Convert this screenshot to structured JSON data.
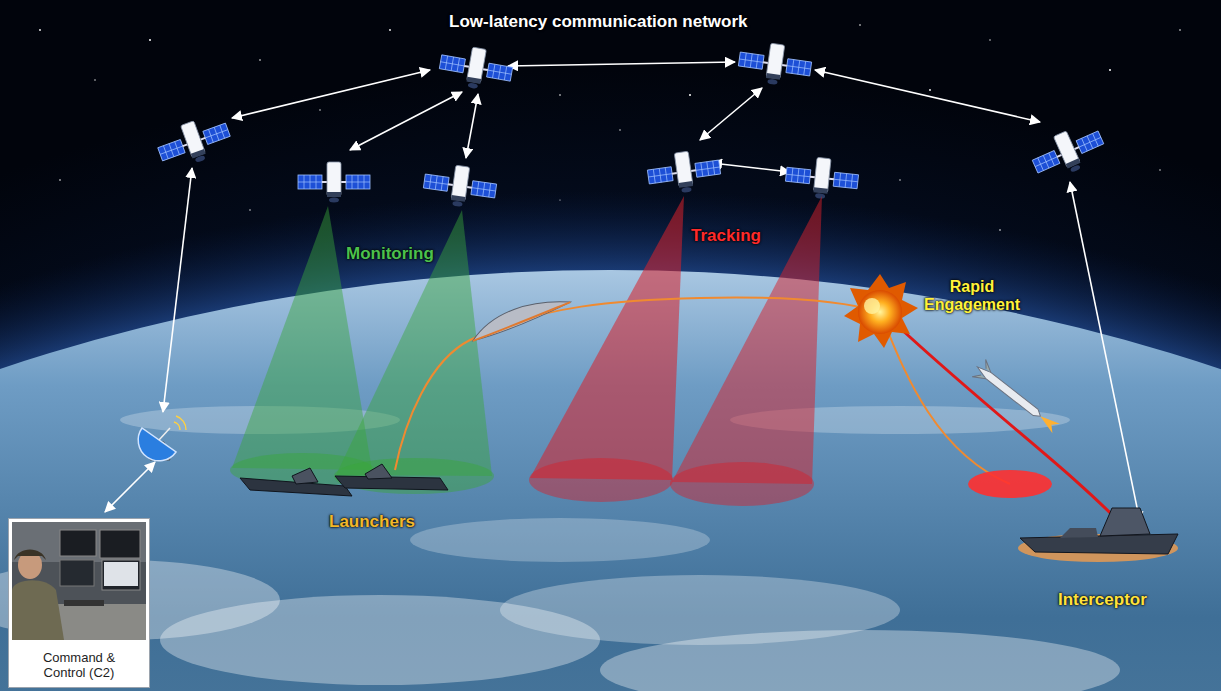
{
  "diagram": {
    "nodes": [
      {
        "text": [
          "Command & Control (C2)"
        ]
      }
    ],
    "labels": [
      "Low-latency communication network",
      "Monitoring",
      "Tracking",
      "Launchers",
      "Rapid Engagement",
      "Interceptor"
    ]
  }
}
